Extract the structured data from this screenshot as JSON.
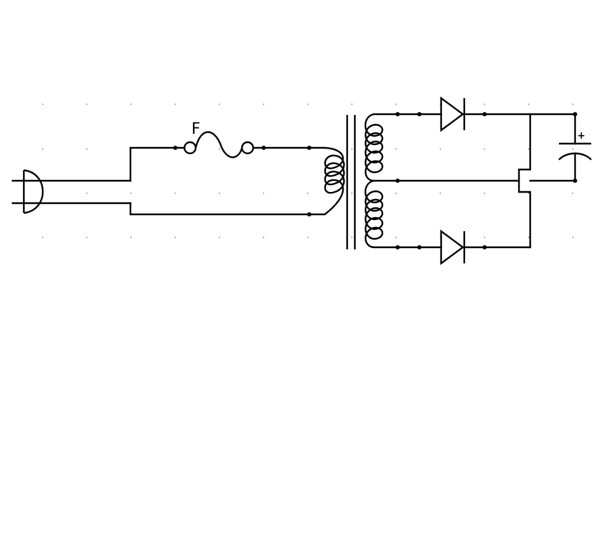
{
  "diagram": {
    "type": "schematic",
    "background": "#ffffff",
    "line_color": "#000000",
    "grid_dot_color": "#7a7a7a",
    "labels": {
      "fuse": "F",
      "capacitor_polarity": "+"
    },
    "components": [
      {
        "id": "plug",
        "kind": "ac-plug"
      },
      {
        "id": "fuse",
        "kind": "fuse",
        "label": "F"
      },
      {
        "id": "transformer",
        "kind": "center-tapped-transformer"
      },
      {
        "id": "diode-top",
        "kind": "diode"
      },
      {
        "id": "diode-bottom",
        "kind": "diode"
      },
      {
        "id": "capacitor",
        "kind": "polarized-capacitor"
      }
    ]
  }
}
